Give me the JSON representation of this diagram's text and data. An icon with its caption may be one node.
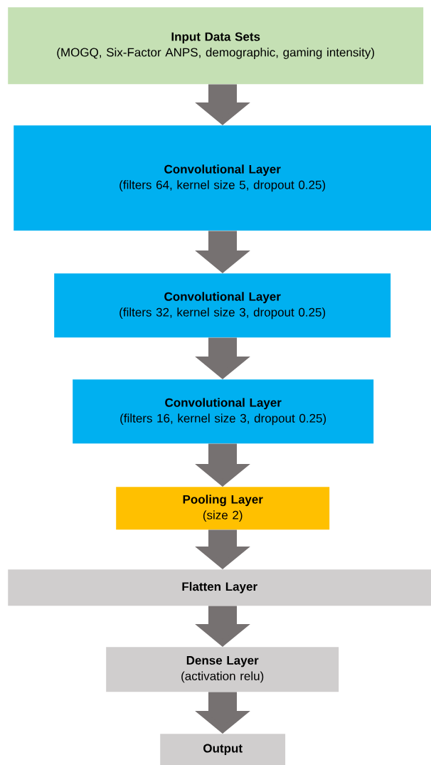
{
  "diagram": {
    "nodes": [
      {
        "text": [
          "Input Data Sets",
          "(MOGQ, Six-Factor ANPS, demographic, gaming intensity)"
        ]
      },
      {
        "text": [
          "Convolutional Layer",
          "(filters 64, kernel size 5, dropout 0.25)"
        ]
      },
      {
        "text": [
          "Convolutional Layer",
          "(filters 32, kernel size 3, dropout 0.25)"
        ]
      },
      {
        "text": [
          "Convolutional Layer",
          "(filters 16, kernel size 3, dropout 0.25)"
        ]
      },
      {
        "text": [
          "Pooling Layer",
          "(size 2)"
        ]
      },
      {
        "text": [
          "Flatten Layer"
        ]
      },
      {
        "text": [
          "Dense Layer",
          "(activation relu)"
        ]
      },
      {
        "text": [
          "Output"
        ]
      }
    ],
    "edges": [
      {
        "from": 0,
        "to": 1,
        "arrow": "to"
      },
      {
        "from": 1,
        "to": 2,
        "arrow": "to"
      },
      {
        "from": 2,
        "to": 3,
        "arrow": "to"
      },
      {
        "from": 3,
        "to": 4,
        "arrow": "to"
      },
      {
        "from": 4,
        "to": 5,
        "arrow": "to"
      },
      {
        "from": 5,
        "to": 6,
        "arrow": "to"
      },
      {
        "from": 6,
        "to": 7,
        "arrow": "to"
      }
    ]
  }
}
